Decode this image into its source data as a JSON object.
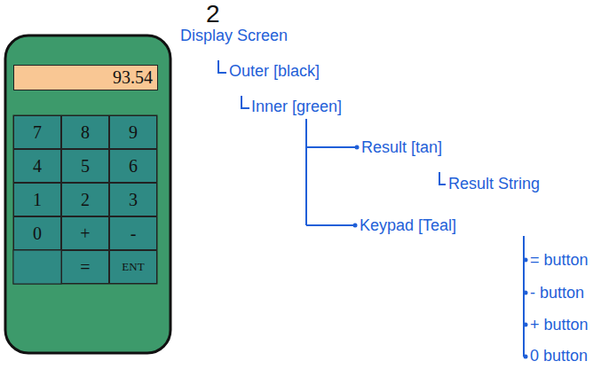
{
  "diagram": {
    "nodes": [
      {
        "text": [
          "93.54"
        ]
      },
      {
        "text": [
          "7"
        ]
      },
      {
        "text": [
          "8"
        ]
      },
      {
        "text": [
          "9"
        ]
      },
      {
        "text": [
          "4"
        ]
      },
      {
        "text": [
          "5"
        ]
      },
      {
        "text": [
          "6"
        ]
      },
      {
        "text": [
          "1"
        ]
      },
      {
        "text": [
          "2"
        ]
      },
      {
        "text": [
          "3"
        ]
      },
      {
        "text": [
          "0"
        ]
      },
      {
        "text": [
          "+"
        ]
      },
      {
        "text": [
          "-"
        ]
      },
      {
        "text": [
          "="
        ]
      },
      {
        "text": [
          "ENT"
        ]
      }
    ],
    "labels": [
      "2",
      "Display Screen",
      "Outer [black]",
      "Inner [green]",
      "Result [tan]",
      "Result String",
      "Keypad [Teal]",
      "= button",
      "- button",
      "+ button",
      "0 button"
    ]
  }
}
